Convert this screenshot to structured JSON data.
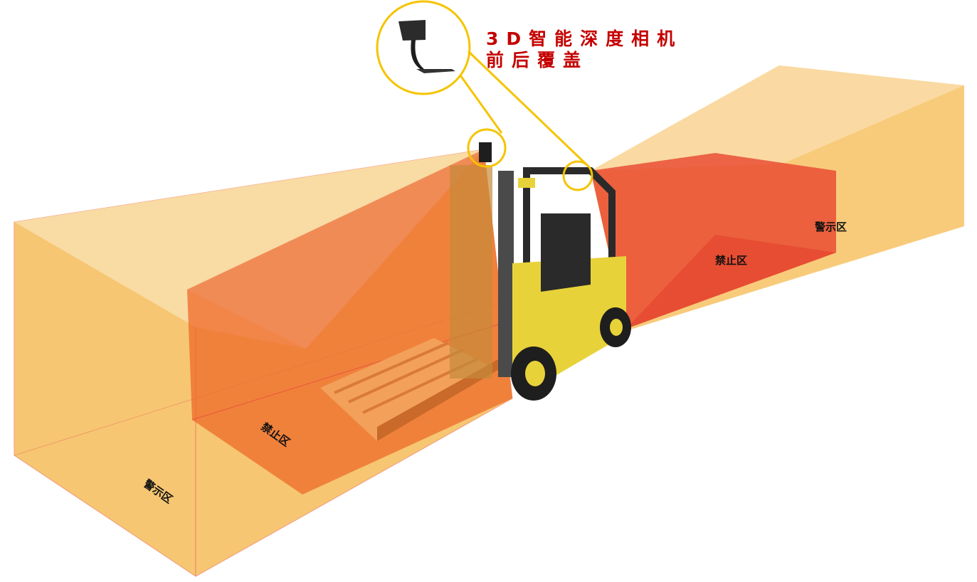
{
  "callout": {
    "line1": "3D智能深度相机",
    "line2": "前后覆盖"
  },
  "zones": {
    "front_forbidden": "禁止区",
    "front_warning": "警示区",
    "rear_forbidden": "禁止区",
    "rear_warning": "警示区"
  },
  "colors": {
    "warning": "#f5b94f",
    "forbidden": "#e8452e",
    "callout_ring": "#f5c400",
    "title": "#c40000"
  }
}
